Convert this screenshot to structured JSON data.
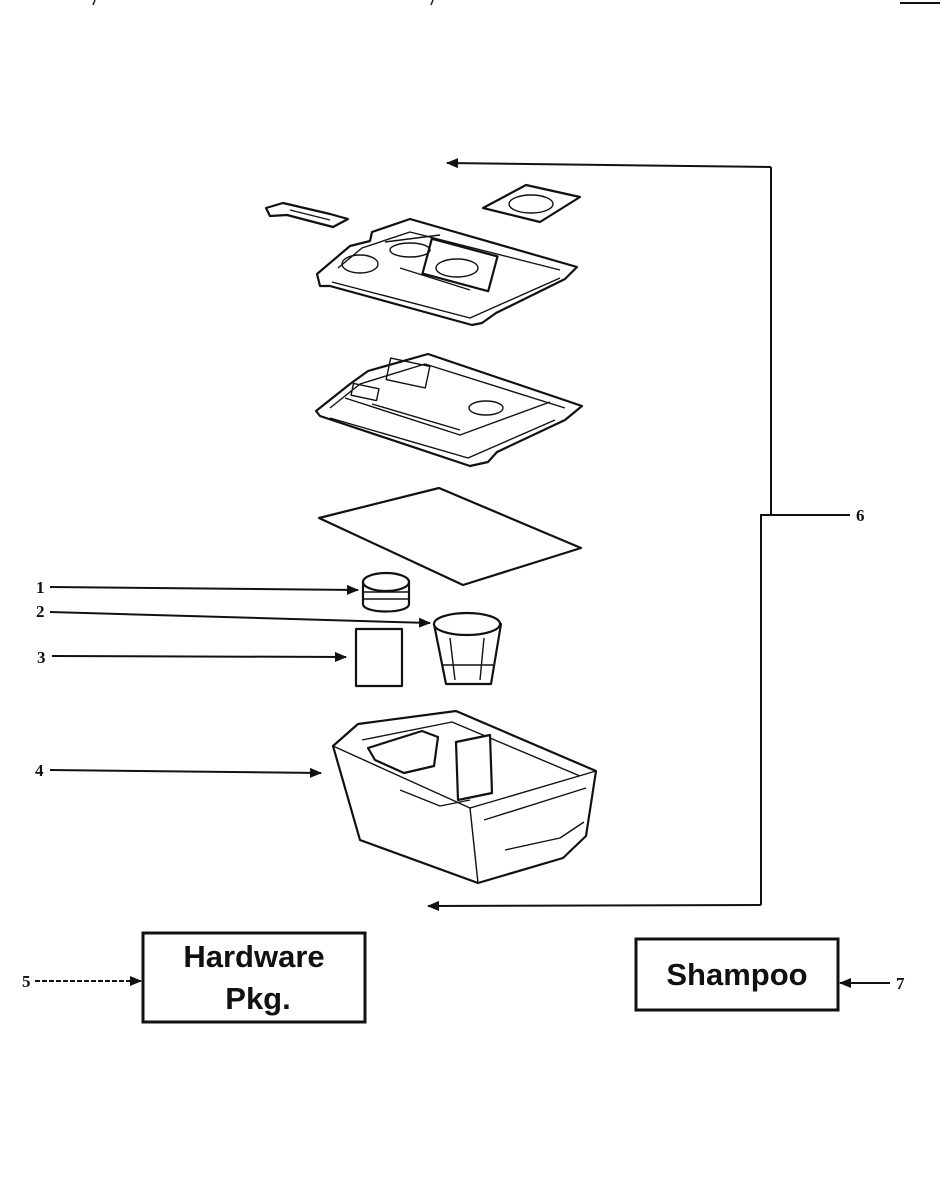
{
  "callouts": {
    "c1": "1",
    "c2": "2",
    "c3": "3",
    "c4": "4",
    "c5": "5",
    "c6": "6",
    "c7": "7"
  },
  "hardware_box": {
    "line1": "Hardware",
    "line2": "Pkg."
  },
  "shampoo_box": {
    "label": "Shampoo"
  }
}
